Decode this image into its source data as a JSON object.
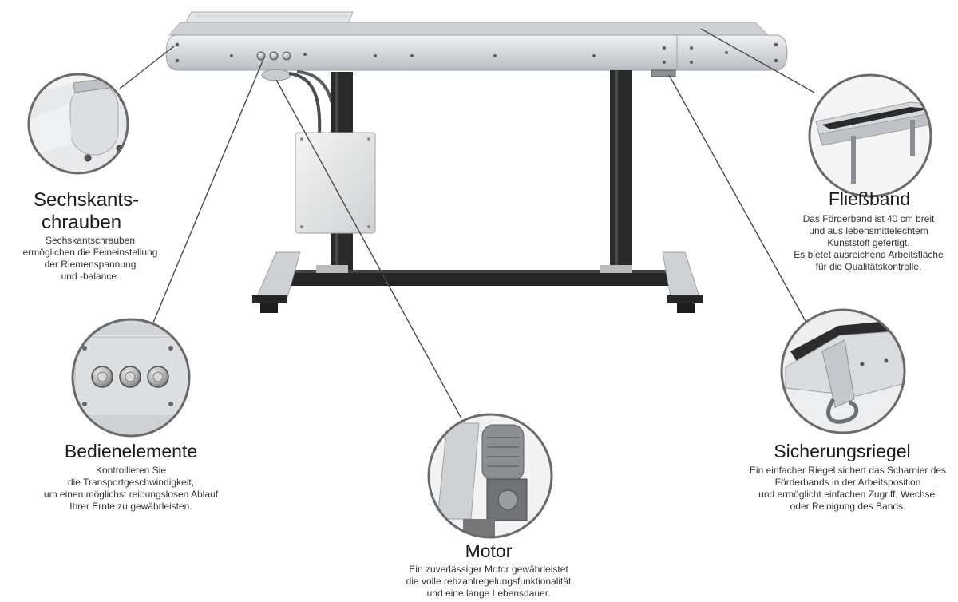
{
  "callouts": {
    "sechskant": {
      "title_line1": "Sechskants-",
      "title_line2": "chrauben",
      "text": "Sechskantschrauben\nermöglichen die Feineinstellung\nder Riemenspannung\nund -balance."
    },
    "bedien": {
      "title": "Bedienelemente",
      "text": "Kontrollieren Sie\ndie Transportgeschwindigkeit,\num einen möglichst reibungslosen Ablauf\nIhrer Ernte zu gewährleisten."
    },
    "motor": {
      "title": "Motor",
      "text": "Ein zuverlässiger Motor gewährleistet\ndie volle rehzahlregelungsfunktionalität\nund eine lange Lebensdauer."
    },
    "fliessband": {
      "title": "Fließband",
      "text": "Das Förderband ist 40 cm breit\nund aus lebensmittelechtem\nKunststoff gefertigt.\nEs bietet ausreichend Arbeitsfläche\nfür die Qualitätskontrolle."
    },
    "sicherung": {
      "title": "Sicherungsriegel",
      "text": "Ein einfacher Riegel sichert das Scharnier des\nFörderbands in der Arbeitsposition\nund ermöglicht einfachen Zugriff, Wechsel\noder Reinigung des Bands."
    }
  },
  "colors": {
    "steel": "#d9dcdf",
    "steel_dark": "#a9adb1",
    "frame_black": "#262626",
    "ring": "#6a6a6a",
    "leader": "#4a4a4a"
  }
}
